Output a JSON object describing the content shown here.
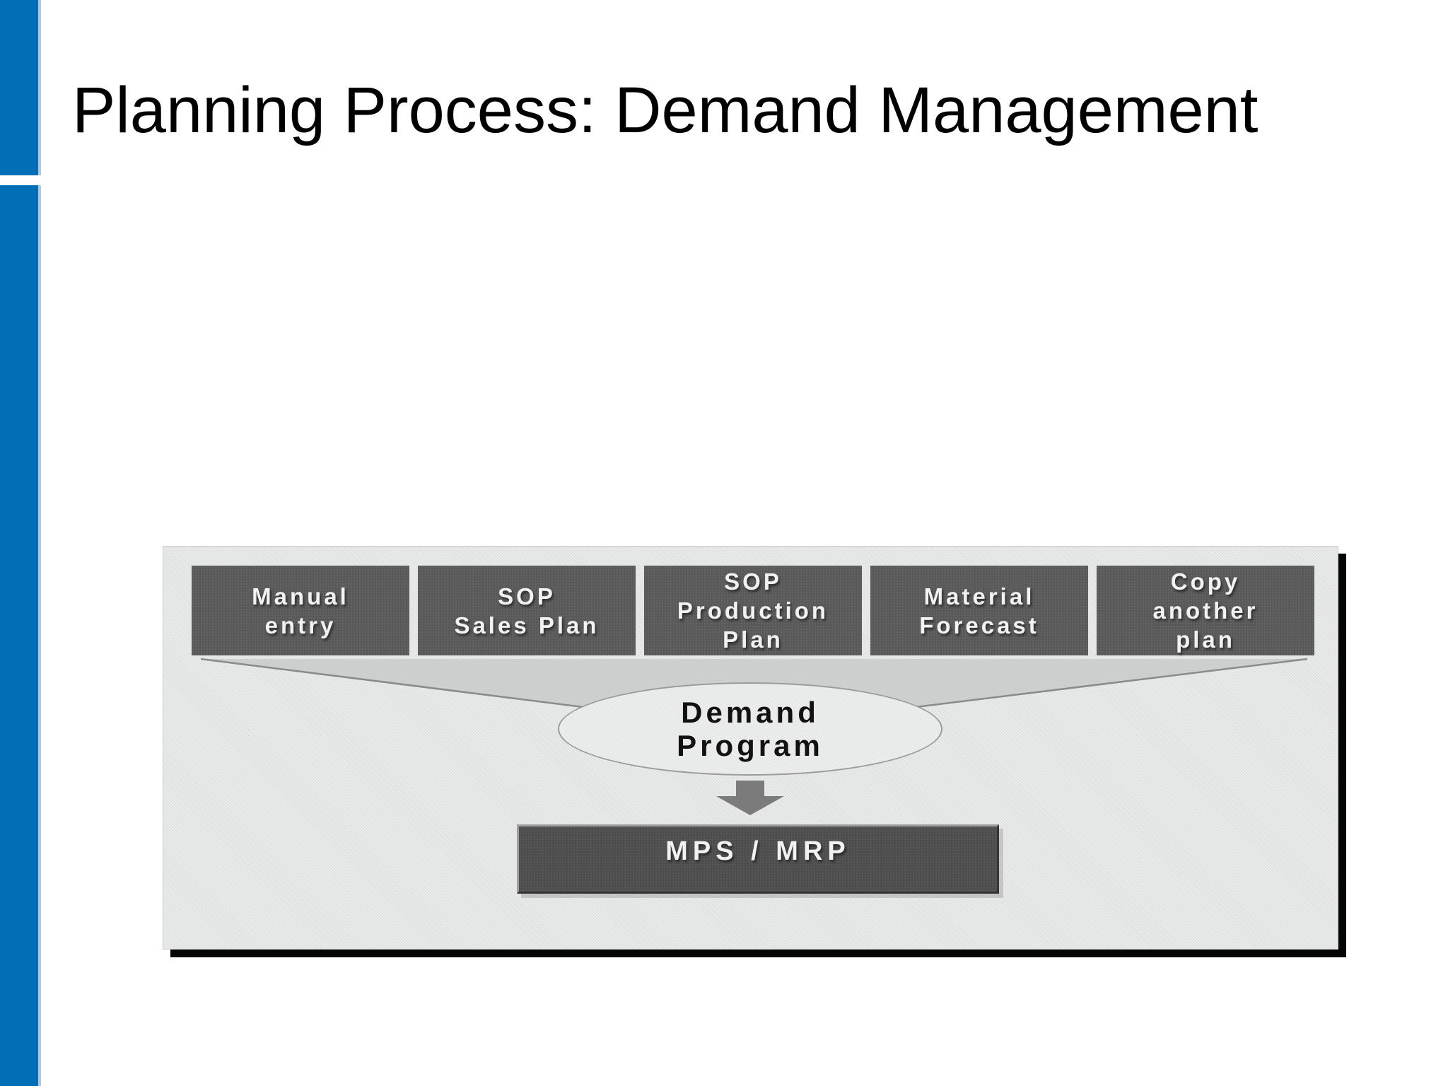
{
  "slide": {
    "title": "Planning Process: Demand Management",
    "accent_color": "#006fb5",
    "background_color": "#ffffff"
  },
  "diagram": {
    "panel_bg": "#e2e3e3",
    "panel_shadow_color": "#050505",
    "funnel_fill": "#cdcfcf",
    "funnel_line_color": "#8a8a8a",
    "source_box_bg": "#595959",
    "source_text_color": "#f2f2f2",
    "sources": [
      {
        "label": "Manual\nentry"
      },
      {
        "label": "SOP\nSales Plan"
      },
      {
        "label": "SOP\nProduction\nPlan"
      },
      {
        "label": "Material\nForecast"
      },
      {
        "label": "Copy\nanother\nplan"
      }
    ],
    "hub": {
      "label": "Demand\nProgram",
      "bg": "#e6e7e7",
      "border_color": "#9a9a9a",
      "text_color": "#121212"
    },
    "arrow_color": "#7b7b7b",
    "target": {
      "label": "MPS / MRP",
      "bg": "#4e4e4e",
      "text_color": "#f2f2f2"
    }
  }
}
